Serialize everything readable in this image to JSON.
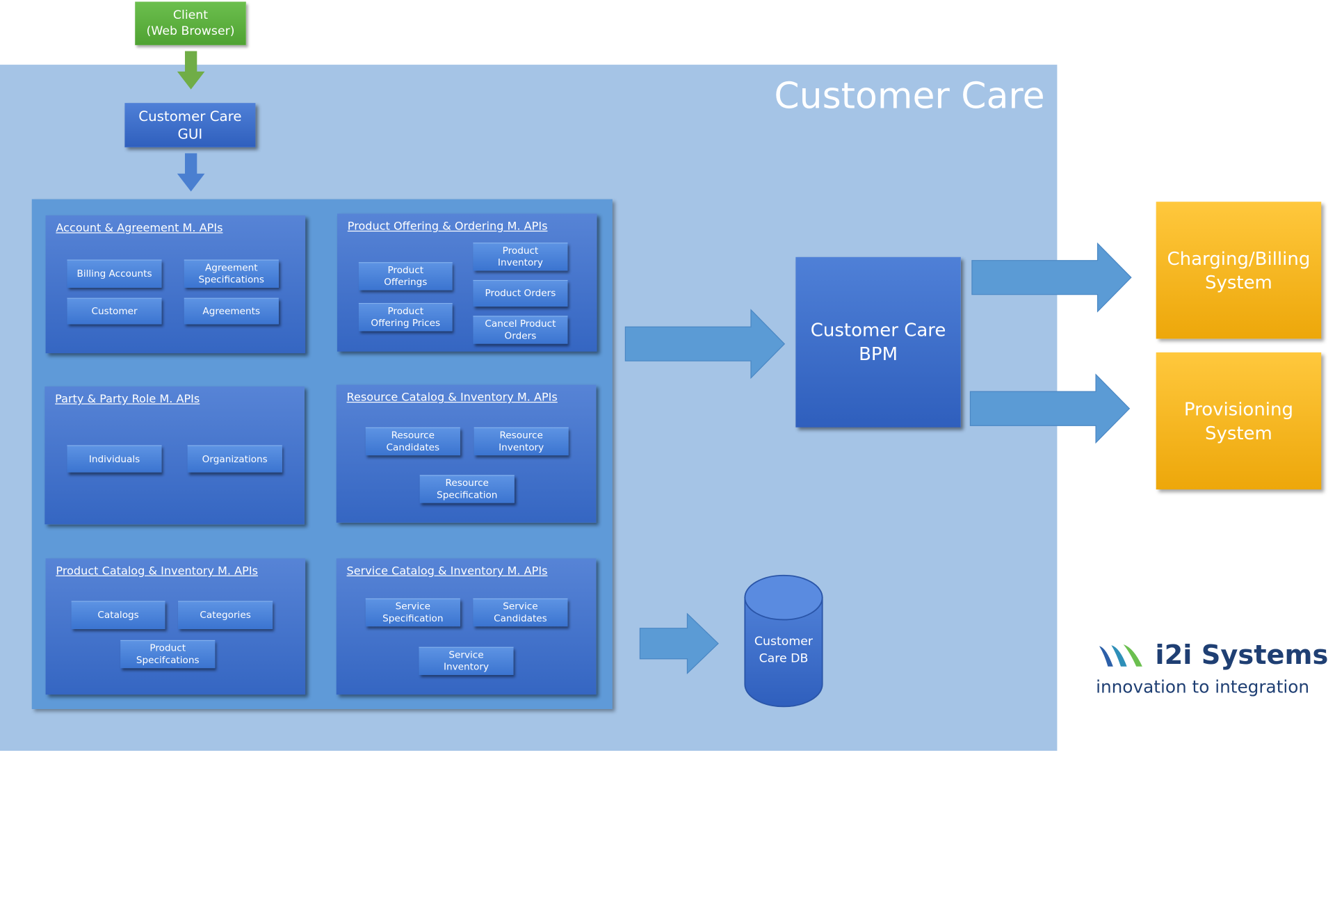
{
  "client": {
    "label": "Client\n(Web Browser)"
  },
  "customer_care": {
    "title": "Customer Care"
  },
  "gui": {
    "label": "Customer Care\nGUI"
  },
  "groups": {
    "account": {
      "title": "Account & Agreement  M. APIs",
      "items": [
        "Billing Accounts",
        "Agreement\nSpecifications",
        "Customer",
        "Agreements"
      ]
    },
    "product_offering": {
      "title": "Product Offering & Ordering M. APIs",
      "items": [
        "Product\nOfferings",
        "Product\nInventory",
        "Product Orders",
        "Product\nOffering Prices",
        "Cancel Product\nOrders"
      ]
    },
    "party": {
      "title": "Party & Party Role M. APIs",
      "items": [
        "Individuals",
        "Organizations"
      ]
    },
    "resource": {
      "title": "Resource Catalog & Inventory M. APIs",
      "items": [
        "Resource\nCandidates",
        "Resource\nInventory",
        "Resource\nSpecification"
      ]
    },
    "product_catalog": {
      "title": "Product Catalog & Inventory M. APIs",
      "items": [
        "Catalogs",
        "Categories",
        "Product\nSpecifcations"
      ]
    },
    "service": {
      "title": "Service Catalog & Inventory M. APIs",
      "items": [
        "Service\nSpecification",
        "Service\nCandidates",
        "Service\nInventory"
      ]
    }
  },
  "bpm": {
    "label": "Customer Care\nBPM"
  },
  "db": {
    "label": "Customer\nCare DB"
  },
  "charging": {
    "label": "Charging/Billing\nSystem"
  },
  "provisioning": {
    "label": "Provisioning\nSystem"
  },
  "logo": {
    "name": "i2i Systems",
    "tagline": "innovation to integration"
  },
  "colors": {
    "customer_care_bg": "#a5c4e6",
    "api_panel": "#5f9ad8",
    "api_group": "#3566c2",
    "arrow_blue": "#5b9bd5",
    "arrow_green": "#70ad47",
    "system_yellow": "#f5b51e",
    "logo_text": "#1f3f73"
  }
}
